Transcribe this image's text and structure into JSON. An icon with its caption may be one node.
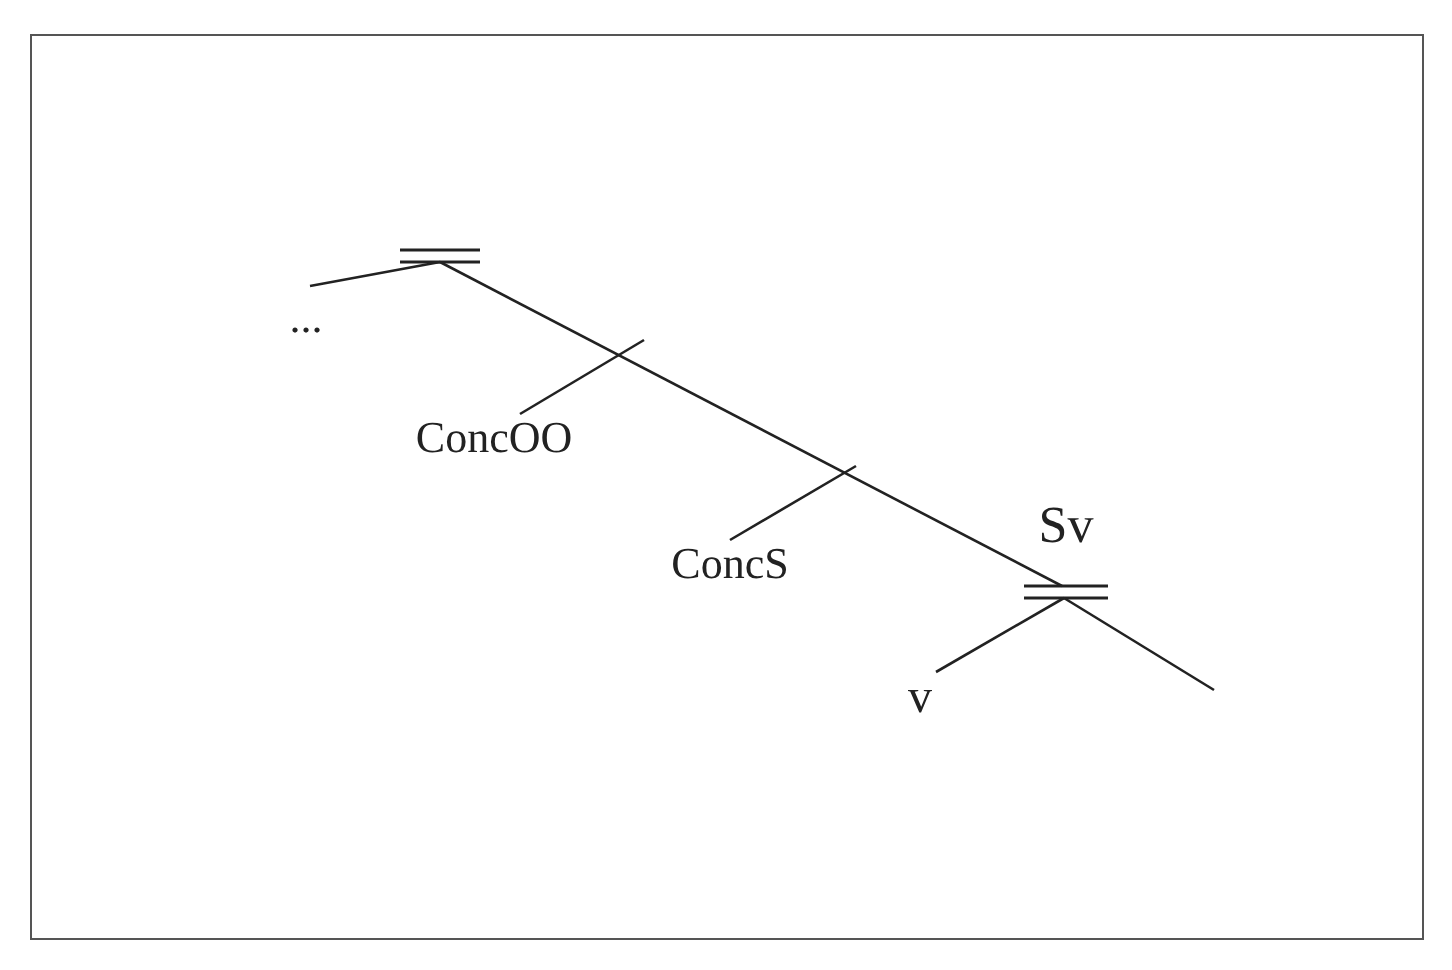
{
  "diagram": {
    "nodes": [
      {
        "text": [],
        "shape": "bar"
      },
      {
        "text": [
          "..."
        ]
      },
      {
        "text": [
          "ConcOO"
        ]
      },
      {
        "text": [
          "ConcS"
        ]
      },
      {
        "text": [
          "Sv"
        ]
      },
      {
        "text": [
          "v"
        ]
      }
    ],
    "edges": [
      {
        "from": 0,
        "to": 1,
        "arrow": "none"
      },
      {
        "from": 0,
        "to": 4,
        "arrow": "none"
      },
      {
        "from": null,
        "to": 2,
        "arrow": "none"
      },
      {
        "from": null,
        "to": 3,
        "arrow": "none"
      },
      {
        "from": 4,
        "to": 5,
        "arrow": "none"
      },
      {
        "from": 4,
        "to": null,
        "arrow": "none"
      }
    ]
  }
}
